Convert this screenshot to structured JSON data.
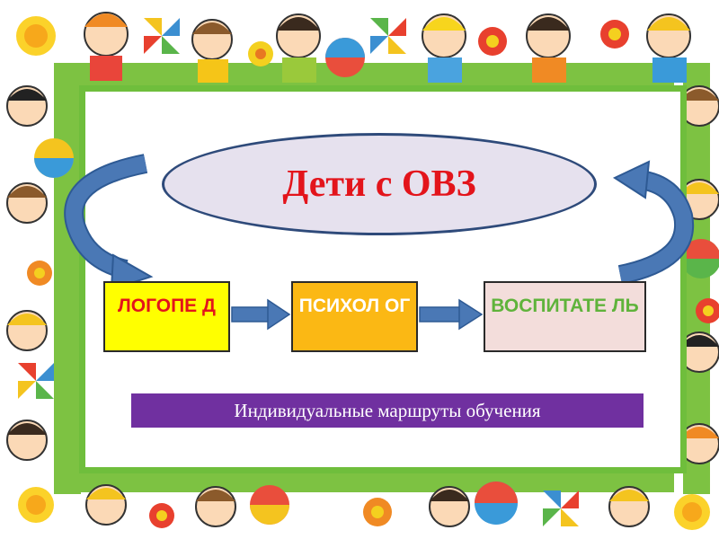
{
  "title": "Дети с ОВЗ",
  "boxes": [
    {
      "label": "ЛОГОПЕ Д"
    },
    {
      "label": "ПСИХОЛ ОГ"
    },
    {
      "label": "ВОСПИТАТЕ ЛЬ"
    }
  ],
  "banner": "Индивидуальные маршруты обучения",
  "colors": {
    "frame_green": "#6fbe3c",
    "title_red": "#e3141b",
    "ellipse_fill": "#e6e1ee",
    "arrow_blue": "#4a78b5",
    "box1": "#ffff00",
    "box2": "#fbb814",
    "box3": "#f3dddb",
    "banner_purple": "#7030a0"
  },
  "decorations": [
    "children-frame",
    "pinwheel-icon",
    "flower-icon",
    "ball-icon",
    "sun-icon"
  ]
}
